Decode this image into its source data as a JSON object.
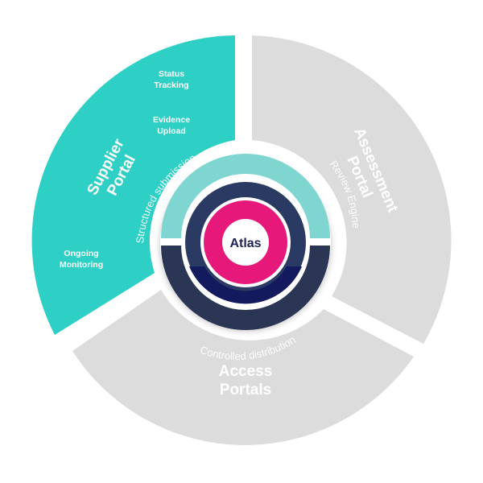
{
  "segments": {
    "supplier": {
      "title_lines": [
        "Supplier",
        "Portal"
      ],
      "subtitle": "Structured submission",
      "items": [
        {
          "lines": [
            "Status",
            "Tracking"
          ]
        },
        {
          "lines": [
            "Evidence",
            "Upload"
          ]
        },
        {
          "lines": [
            "Ongoing",
            "Monitoring"
          ]
        }
      ]
    },
    "assessment": {
      "title_lines": [
        "Assessment",
        "Portal"
      ],
      "subtitle": "Review Engine"
    },
    "access": {
      "title_lines": [
        "Access",
        "Portals"
      ],
      "subtitle": "Controlled distribution"
    }
  },
  "center": {
    "label": "Atlas"
  },
  "colors": {
    "teal": "#2ecfc4",
    "grey": "#dcdcdc",
    "light_teal": "#7fd6d0",
    "navy_mid": "#2a3a63",
    "navy_dark": "#2b3655",
    "navy_deep": "#141a5e",
    "magenta": "#e6197a"
  }
}
